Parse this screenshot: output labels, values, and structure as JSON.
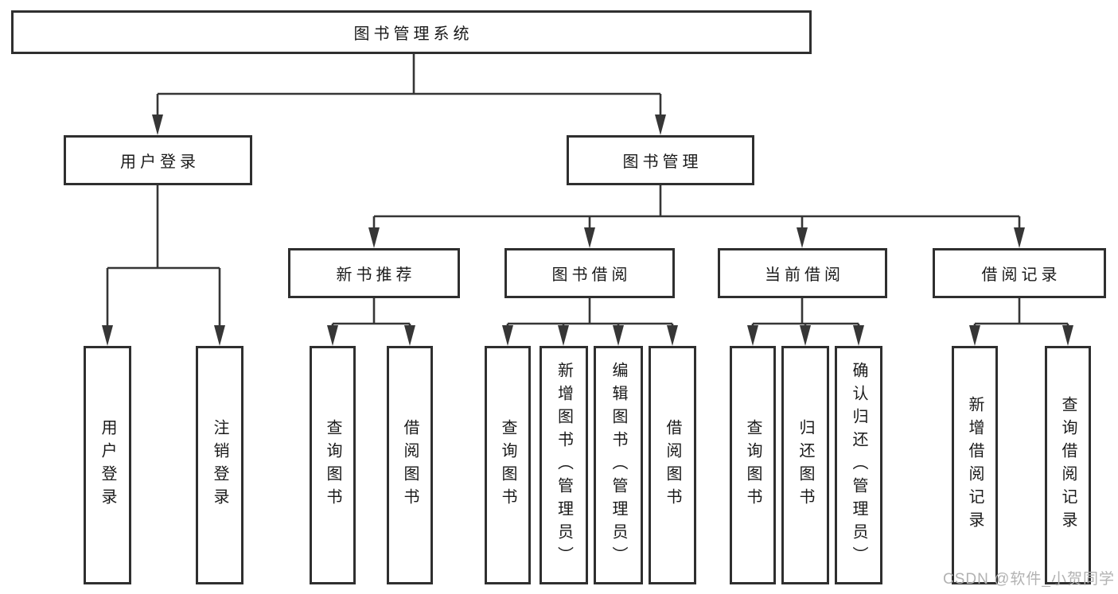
{
  "diagram_title": "图书管理系统",
  "nodes": {
    "root": "图书管理系统",
    "user_login": "用户登录",
    "book_management": "图书管理",
    "new_book_recommend": "新书推荐",
    "book_borrowing": "图书借阅",
    "current_borrowing": "当前借阅",
    "borrowing_records": "借阅记录",
    "leaf_user_login": "用户登录",
    "leaf_logout": "注销登录",
    "leaf_nbr_query_books": "查询图书",
    "leaf_nbr_borrow_books": "借阅图书",
    "leaf_bb_query_books": "查询图书",
    "leaf_bb_add_books": "新增图书（管理员）",
    "leaf_bb_edit_books": "编辑图书（管理员）",
    "leaf_bb_borrow_books": "借阅图书",
    "leaf_cb_query_books": "查询图书",
    "leaf_cb_return_books": "归还图书",
    "leaf_cb_confirm_return": "确认归还（管理员）",
    "leaf_br_add_record": "新增借阅记录",
    "leaf_br_query_record": "查询借阅记录"
  },
  "watermark": "CSDN @软件_小贺同学",
  "colors": {
    "line": "#363636",
    "box_border": "#2f2f2f",
    "text": "#1a1a1a",
    "watermark": "#b2b2b2",
    "background": "#ffffff"
  }
}
